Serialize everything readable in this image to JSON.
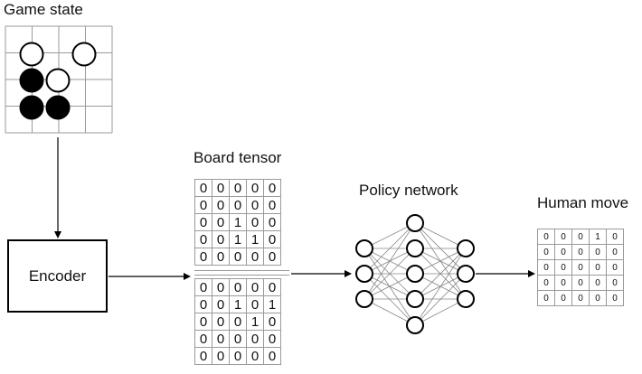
{
  "labels": {
    "game_state": "Game state",
    "board_tensor": "Board tensor",
    "policy_network": "Policy network",
    "human_move": "Human move",
    "encoder": "Encoder"
  },
  "game_board": {
    "white_stones": [
      [
        1,
        0
      ],
      [
        3,
        0
      ],
      [
        2,
        1
      ]
    ],
    "black_stones": [
      [
        1,
        1
      ],
      [
        1,
        2
      ],
      [
        2,
        2
      ]
    ]
  },
  "board_tensor": {
    "plane_1": [
      [
        "0",
        "0",
        "0",
        "0",
        "0"
      ],
      [
        "0",
        "0",
        "0",
        "0",
        "0"
      ],
      [
        "0",
        "0",
        "1",
        "0",
        "0"
      ],
      [
        "0",
        "0",
        "1",
        "1",
        "0"
      ],
      [
        "0",
        "0",
        "0",
        "0",
        "0"
      ]
    ],
    "plane_2": [
      [
        "0",
        "0",
        "0",
        "0",
        "0"
      ],
      [
        "0",
        "0",
        "1",
        "0",
        "1"
      ],
      [
        "0",
        "0",
        "0",
        "1",
        "0"
      ],
      [
        "0",
        "0",
        "0",
        "0",
        "0"
      ],
      [
        "0",
        "0",
        "0",
        "0",
        "0"
      ]
    ]
  },
  "policy_network": {
    "layers": [
      3,
      5,
      3
    ]
  },
  "human_move": [
    [
      "0",
      "0",
      "0",
      "1",
      "0"
    ],
    [
      "0",
      "0",
      "0",
      "0",
      "0"
    ],
    [
      "0",
      "0",
      "0",
      "0",
      "0"
    ],
    [
      "0",
      "0",
      "0",
      "0",
      "0"
    ],
    [
      "0",
      "0",
      "0",
      "0",
      "0"
    ]
  ],
  "colors": {
    "stroke": "#000000",
    "grid": "#9a9a9a",
    "net_edge": "#888888"
  }
}
